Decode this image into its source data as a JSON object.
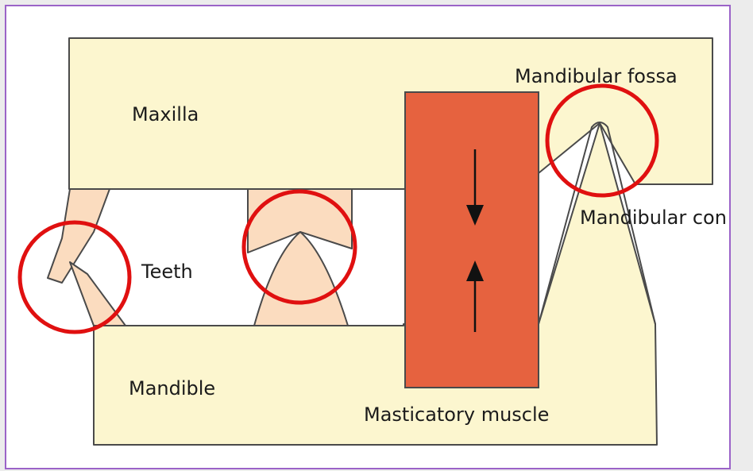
{
  "labels": {
    "maxilla": "Maxilla",
    "mandibular_fossa": "Mandibular fossa",
    "mandibular_condyle": "Mandibular con",
    "teeth": "Teeth",
    "mandible": "Mandible",
    "masticatory_muscle": "Masticatory muscle"
  },
  "colors": {
    "bone": "#fcf6cf",
    "tooth": "#fbdcbf",
    "muscle": "#e6623f",
    "highlight_circle": "#e01010",
    "frame": "#9b63c8",
    "outline": "#4a4a4a"
  },
  "icons": [
    "down-arrow-icon",
    "up-arrow-icon"
  ]
}
